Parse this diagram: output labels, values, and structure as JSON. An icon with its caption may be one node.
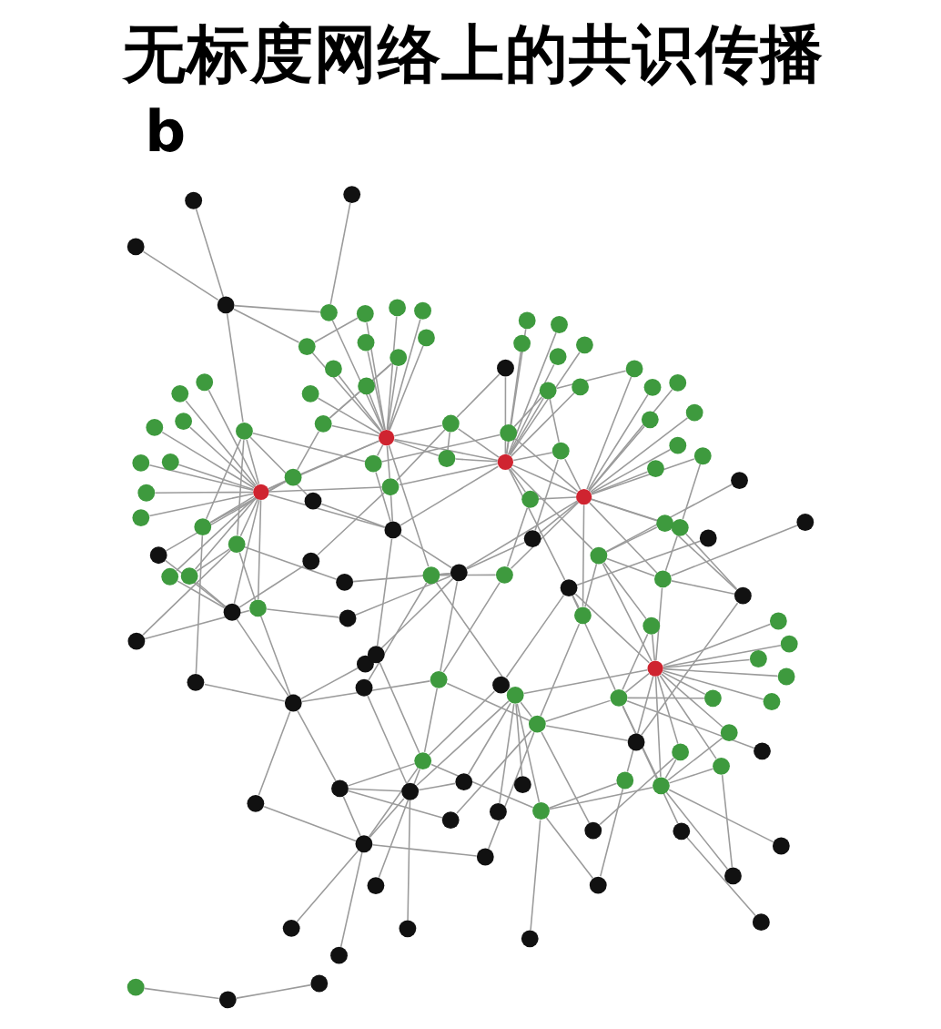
{
  "diagram": {
    "title": "无标度网络上的共识传播",
    "nodes": [
      {
        "text": [],
        "shape": "circle"
      },
      {
        "text": [],
        "shape": "circle"
      },
      {
        "text": [],
        "shape": "circle"
      },
      {
        "text": [],
        "shape": "circle"
      },
      {
        "text": [],
        "shape": "circle"
      },
      {
        "text": [],
        "shape": "circle"
      },
      {
        "text": [],
        "shape": "circle"
      },
      {
        "text": [],
        "shape": "circle"
      },
      {
        "text": [],
        "shape": "circle"
      },
      {
        "text": [],
        "shape": "circle"
      },
      {
        "text": [],
        "shape": "circle"
      },
      {
        "text": [],
        "shape": "circle"
      },
      {
        "text": [],
        "shape": "circle"
      },
      {
        "text": [],
        "shape": "circle"
      },
      {
        "text": [],
        "shape": "circle"
      },
      {
        "text": [],
        "shape": "circle"
      },
      {
        "text": [],
        "shape": "circle"
      },
      {
        "text": [],
        "shape": "circle"
      },
      {
        "text": [],
        "shape": "circle"
      },
      {
        "text": [],
        "shape": "circle"
      },
      {
        "text": [],
        "shape": "circle"
      },
      {
        "text": [],
        "shape": "circle"
      },
      {
        "text": [],
        "shape": "circle"
      },
      {
        "text": [],
        "shape": "circle"
      },
      {
        "text": [],
        "shape": "circle"
      },
      {
        "text": [],
        "shape": "circle"
      },
      {
        "text": [],
        "shape": "circle"
      },
      {
        "text": [],
        "shape": "circle"
      },
      {
        "text": [],
        "shape": "circle"
      },
      {
        "text": [],
        "shape": "circle"
      },
      {
        "text": [],
        "shape": "circle"
      },
      {
        "text": [],
        "shape": "circle"
      },
      {
        "text": [],
        "shape": "circle"
      },
      {
        "text": [],
        "shape": "circle"
      },
      {
        "text": [],
        "shape": "circle"
      },
      {
        "text": [],
        "shape": "circle"
      },
      {
        "text": [],
        "shape": "circle"
      },
      {
        "text": [],
        "shape": "circle"
      },
      {
        "text": [],
        "shape": "circle"
      },
      {
        "text": [],
        "shape": "circle"
      },
      {
        "text": [],
        "shape": "circle"
      },
      {
        "text": [],
        "shape": "circle"
      },
      {
        "text": [],
        "shape": "circle"
      },
      {
        "text": [],
        "shape": "circle"
      },
      {
        "text": [],
        "shape": "circle"
      },
      {
        "text": [],
        "shape": "circle"
      },
      {
        "text": [],
        "shape": "circle"
      },
      {
        "text": [],
        "shape": "circle"
      },
      {
        "text": [],
        "shape": "circle"
      },
      {
        "text": [],
        "shape": "circle"
      },
      {
        "text": [],
        "shape": "circle"
      },
      {
        "text": [],
        "shape": "circle"
      },
      {
        "text": [],
        "shape": "circle"
      },
      {
        "text": [],
        "shape": "circle"
      },
      {
        "text": [],
        "shape": "circle"
      },
      {
        "text": [],
        "shape": "circle"
      },
      {
        "text": [],
        "shape": "circle"
      },
      {
        "text": [],
        "shape": "circle"
      },
      {
        "text": [],
        "shape": "circle"
      },
      {
        "text": [],
        "shape": "circle"
      },
      {
        "text": [],
        "shape": "circle"
      },
      {
        "text": [],
        "shape": "circle"
      },
      {
        "text": [],
        "shape": "circle"
      },
      {
        "text": [],
        "shape": "circle"
      },
      {
        "text": [],
        "shape": "circle"
      },
      {
        "text": [],
        "shape": "circle"
      },
      {
        "text": [],
        "shape": "circle"
      },
      {
        "text": [],
        "shape": "circle"
      },
      {
        "text": [],
        "shape": "circle"
      },
      {
        "text": [],
        "shape": "circle"
      },
      {
        "text": [],
        "shape": "circle"
      },
      {
        "text": [],
        "shape": "circle"
      },
      {
        "text": [],
        "shape": "circle"
      },
      {
        "text": [],
        "shape": "circle"
      },
      {
        "text": [],
        "shape": "circle"
      },
      {
        "text": [],
        "shape": "circle"
      },
      {
        "text": [],
        "shape": "circle"
      },
      {
        "text": [],
        "shape": "circle"
      },
      {
        "text": [],
        "shape": "circle"
      },
      {
        "text": [],
        "shape": "circle"
      },
      {
        "text": [],
        "shape": "circle"
      },
      {
        "text": [],
        "shape": "circle"
      },
      {
        "text": [],
        "shape": "circle"
      },
      {
        "text": [],
        "shape": "circle"
      },
      {
        "text": [],
        "shape": "circle"
      },
      {
        "text": [],
        "shape": "circle"
      },
      {
        "text": [],
        "shape": "circle"
      },
      {
        "text": [],
        "shape": "circle"
      },
      {
        "text": [],
        "shape": "circle"
      },
      {
        "text": [],
        "shape": "circle"
      },
      {
        "text": [],
        "shape": "circle"
      },
      {
        "text": [],
        "shape": "circle"
      },
      {
        "text": [],
        "shape": "circle"
      },
      {
        "text": [],
        "shape": "circle"
      },
      {
        "text": [],
        "shape": "circle"
      },
      {
        "text": [],
        "shape": "circle"
      },
      {
        "text": [],
        "shape": "circle"
      },
      {
        "text": [],
        "shape": "circle"
      },
      {
        "text": [],
        "shape": "circle"
      },
      {
        "text": [],
        "shape": "circle"
      },
      {
        "text": [],
        "shape": "circle"
      },
      {
        "text": [],
        "shape": "circle"
      },
      {
        "text": [],
        "shape": "circle"
      },
      {
        "text": [],
        "shape": "circle"
      },
      {
        "text": [],
        "shape": "circle"
      },
      {
        "text": [],
        "shape": "circle"
      },
      {
        "text": [],
        "shape": "circle"
      },
      {
        "text": [],
        "shape": "circle"
      },
      {
        "text": [],
        "shape": "circle"
      },
      {
        "text": [],
        "shape": "circle"
      },
      {
        "text": [],
        "shape": "circle"
      },
      {
        "text": [],
        "shape": "circle"
      },
      {
        "text": [],
        "shape": "circle"
      },
      {
        "text": [],
        "shape": "circle"
      },
      {
        "text": [],
        "shape": "circle"
      },
      {
        "text": [],
        "shape": "circle"
      },
      {
        "text": [],
        "shape": "circle"
      },
      {
        "text": [],
        "shape": "circle"
      },
      {
        "text": [],
        "shape": "circle"
      },
      {
        "text": [],
        "shape": "circle"
      },
      {
        "text": [],
        "shape": "circle"
      },
      {
        "text": [],
        "shape": "circle"
      },
      {
        "text": [],
        "shape": "circle"
      },
      {
        "text": [],
        "shape": "circle"
      },
      {
        "text": [],
        "shape": "circle"
      },
      {
        "text": [],
        "shape": "circle"
      },
      {
        "text": [],
        "shape": "circle"
      },
      {
        "text": [],
        "shape": "circle"
      },
      {
        "text": [],
        "shape": "circle"
      },
      {
        "text": [],
        "shape": "circle"
      }
    ],
    "edges": [
      {
        "from": 27,
        "to": 2,
        "arrow": "none"
      },
      {
        "from": 27,
        "to": 3,
        "arrow": "none"
      },
      {
        "from": 27,
        "to": 6,
        "arrow": "none"
      },
      {
        "from": 27,
        "to": 9,
        "arrow": "none"
      },
      {
        "from": 27,
        "to": 11,
        "arrow": "none"
      },
      {
        "from": 27,
        "to": 13,
        "arrow": "none"
      },
      {
        "from": 27,
        "to": 36,
        "arrow": "none"
      },
      {
        "from": 27,
        "to": 39,
        "arrow": "none"
      },
      {
        "from": 27,
        "to": 35,
        "arrow": "none"
      },
      {
        "from": 27,
        "to": 30,
        "arrow": "none"
      },
      {
        "from": 27,
        "to": 53,
        "arrow": "none"
      },
      {
        "from": 27,
        "to": 58,
        "arrow": "none"
      },
      {
        "from": 27,
        "to": 61,
        "arrow": "none"
      },
      {
        "from": 27,
        "to": 34,
        "arrow": "none"
      },
      {
        "from": 27,
        "to": 48,
        "arrow": "none"
      },
      {
        "from": 27,
        "to": 45,
        "arrow": "none"
      },
      {
        "from": 27,
        "to": 62,
        "arrow": "none"
      },
      {
        "from": 23,
        "to": 0,
        "arrow": "none"
      },
      {
        "from": 23,
        "to": 1,
        "arrow": "none"
      },
      {
        "from": 23,
        "to": 4,
        "arrow": "none"
      },
      {
        "from": 23,
        "to": 5,
        "arrow": "none"
      },
      {
        "from": 23,
        "to": 7,
        "arrow": "none"
      },
      {
        "from": 23,
        "to": 10,
        "arrow": "none"
      },
      {
        "from": 23,
        "to": 16,
        "arrow": "none"
      },
      {
        "from": 23,
        "to": 17,
        "arrow": "none"
      },
      {
        "from": 23,
        "to": 25,
        "arrow": "none"
      },
      {
        "from": 23,
        "to": 32,
        "arrow": "none"
      },
      {
        "from": 23,
        "to": 34,
        "arrow": "none"
      },
      {
        "from": 23,
        "to": 41,
        "arrow": "none"
      },
      {
        "from": 23,
        "to": 50,
        "arrow": "none"
      },
      {
        "from": 23,
        "to": 52,
        "arrow": "none"
      },
      {
        "from": 23,
        "to": 36,
        "arrow": "none"
      },
      {
        "from": 23,
        "to": 42,
        "arrow": "none"
      },
      {
        "from": 23,
        "to": 44,
        "arrow": "none"
      },
      {
        "from": 23,
        "to": 66,
        "arrow": "none"
      },
      {
        "from": 45,
        "to": 20,
        "arrow": "none"
      },
      {
        "from": 45,
        "to": 21,
        "arrow": "none"
      },
      {
        "from": 45,
        "to": 22,
        "arrow": "none"
      },
      {
        "from": 45,
        "to": 26,
        "arrow": "none"
      },
      {
        "from": 45,
        "to": 28,
        "arrow": "none"
      },
      {
        "from": 45,
        "to": 31,
        "arrow": "none"
      },
      {
        "from": 45,
        "to": 40,
        "arrow": "none"
      },
      {
        "from": 45,
        "to": 46,
        "arrow": "none"
      },
      {
        "from": 45,
        "to": 55,
        "arrow": "none"
      },
      {
        "from": 45,
        "to": 57,
        "arrow": "none"
      },
      {
        "from": 45,
        "to": 60,
        "arrow": "none"
      },
      {
        "from": 45,
        "to": 68,
        "arrow": "none"
      },
      {
        "from": 45,
        "to": 53,
        "arrow": "none"
      },
      {
        "from": 45,
        "to": 58,
        "arrow": "none"
      },
      {
        "from": 45,
        "to": 67,
        "arrow": "none"
      },
      {
        "from": 45,
        "to": 35,
        "arrow": "none"
      },
      {
        "from": 45,
        "to": 54,
        "arrow": "none"
      },
      {
        "from": 45,
        "to": 63,
        "arrow": "none"
      },
      {
        "from": 59,
        "to": 33,
        "arrow": "none"
      },
      {
        "from": 59,
        "to": 37,
        "arrow": "none"
      },
      {
        "from": 59,
        "to": 43,
        "arrow": "none"
      },
      {
        "from": 59,
        "to": 49,
        "arrow": "none"
      },
      {
        "from": 59,
        "to": 56,
        "arrow": "none"
      },
      {
        "from": 59,
        "to": 65,
        "arrow": "none"
      },
      {
        "from": 59,
        "to": 74,
        "arrow": "none"
      },
      {
        "from": 59,
        "to": 47,
        "arrow": "none"
      },
      {
        "from": 59,
        "to": 70,
        "arrow": "none"
      },
      {
        "from": 59,
        "to": 71,
        "arrow": "none"
      },
      {
        "from": 59,
        "to": 78,
        "arrow": "none"
      },
      {
        "from": 59,
        "to": 48,
        "arrow": "none"
      },
      {
        "from": 59,
        "to": 64,
        "arrow": "none"
      },
      {
        "from": 59,
        "to": 42,
        "arrow": "none"
      },
      {
        "from": 59,
        "to": 62,
        "arrow": "none"
      },
      {
        "from": 59,
        "to": 79,
        "arrow": "none"
      },
      {
        "from": 59,
        "to": 82,
        "arrow": "none"
      },
      {
        "from": 89,
        "to": 81,
        "arrow": "none"
      },
      {
        "from": 89,
        "to": 87,
        "arrow": "none"
      },
      {
        "from": 89,
        "to": 91,
        "arrow": "none"
      },
      {
        "from": 89,
        "to": 99,
        "arrow": "none"
      },
      {
        "from": 89,
        "to": 103,
        "arrow": "none"
      },
      {
        "from": 89,
        "to": 107,
        "arrow": "none"
      },
      {
        "from": 89,
        "to": 109,
        "arrow": "none"
      },
      {
        "from": 89,
        "to": 111,
        "arrow": "none"
      },
      {
        "from": 89,
        "to": 93,
        "arrow": "none"
      },
      {
        "from": 89,
        "to": 83,
        "arrow": "none"
      },
      {
        "from": 89,
        "to": 95,
        "arrow": "none"
      },
      {
        "from": 89,
        "to": 105,
        "arrow": "none"
      },
      {
        "from": 89,
        "to": 69,
        "arrow": "none"
      },
      {
        "from": 89,
        "to": 67,
        "arrow": "none"
      },
      {
        "from": 89,
        "to": 73,
        "arrow": "none"
      },
      {
        "from": 89,
        "to": 84,
        "arrow": "none"
      },
      {
        "from": 89,
        "to": 58,
        "arrow": "none"
      },
      {
        "from": 89,
        "to": 61,
        "arrow": "none"
      },
      {
        "from": 12,
        "to": 48,
        "arrow": "none"
      },
      {
        "from": 14,
        "to": 42,
        "arrow": "none"
      },
      {
        "from": 18,
        "to": 64,
        "arrow": "none"
      },
      {
        "from": 24,
        "to": 62,
        "arrow": "none"
      },
      {
        "from": 29,
        "to": 77,
        "arrow": "none"
      },
      {
        "from": 29,
        "to": 38,
        "arrow": "none"
      },
      {
        "from": 8,
        "to": 19,
        "arrow": "none"
      },
      {
        "from": 15,
        "to": 19,
        "arrow": "none"
      },
      {
        "from": 51,
        "to": 55,
        "arrow": "none"
      },
      {
        "from": 72,
        "to": 76,
        "arrow": "none"
      },
      {
        "from": 72,
        "to": 80,
        "arrow": "none"
      },
      {
        "from": 72,
        "to": 55,
        "arrow": "none"
      },
      {
        "from": 72,
        "to": 68,
        "arrow": "none"
      },
      {
        "from": 72,
        "to": 73,
        "arrow": "none"
      },
      {
        "from": 30,
        "to": 41,
        "arrow": "none"
      },
      {
        "from": 32,
        "to": 42,
        "arrow": "none"
      },
      {
        "from": 34,
        "to": 52,
        "arrow": "none"
      },
      {
        "from": 36,
        "to": 44,
        "arrow": "none"
      },
      {
        "from": 38,
        "to": 42,
        "arrow": "none"
      },
      {
        "from": 38,
        "to": 32,
        "arrow": "none"
      },
      {
        "from": 39,
        "to": 53,
        "arrow": "none"
      },
      {
        "from": 41,
        "to": 54,
        "arrow": "none"
      },
      {
        "from": 42,
        "to": 48,
        "arrow": "none"
      },
      {
        "from": 44,
        "to": 66,
        "arrow": "none"
      },
      {
        "from": 50,
        "to": 62,
        "arrow": "none"
      },
      {
        "from": 50,
        "to": 77,
        "arrow": "none"
      },
      {
        "from": 52,
        "to": 63,
        "arrow": "none"
      },
      {
        "from": 52,
        "to": 75,
        "arrow": "none"
      },
      {
        "from": 53,
        "to": 58,
        "arrow": "none"
      },
      {
        "from": 54,
        "to": 61,
        "arrow": "none"
      },
      {
        "from": 54,
        "to": 73,
        "arrow": "none"
      },
      {
        "from": 57,
        "to": 67,
        "arrow": "none"
      },
      {
        "from": 60,
        "to": 68,
        "arrow": "none"
      },
      {
        "from": 63,
        "to": 66,
        "arrow": "none"
      },
      {
        "from": 63,
        "to": 82,
        "arrow": "none"
      },
      {
        "from": 64,
        "to": 77,
        "arrow": "none"
      },
      {
        "from": 64,
        "to": 79,
        "arrow": "none"
      },
      {
        "from": 66,
        "to": 75,
        "arrow": "none"
      },
      {
        "from": 67,
        "to": 69,
        "arrow": "none"
      },
      {
        "from": 69,
        "to": 73,
        "arrow": "none"
      },
      {
        "from": 73,
        "to": 84,
        "arrow": "none"
      },
      {
        "from": 75,
        "to": 77,
        "arrow": "none"
      },
      {
        "from": 75,
        "to": 88,
        "arrow": "none"
      },
      {
        "from": 77,
        "to": 82,
        "arrow": "none"
      },
      {
        "from": 79,
        "to": 86,
        "arrow": "none"
      },
      {
        "from": 82,
        "to": 86,
        "arrow": "none"
      },
      {
        "from": 83,
        "to": 84,
        "arrow": "none"
      },
      {
        "from": 84,
        "to": 95,
        "arrow": "none"
      },
      {
        "from": 86,
        "to": 88,
        "arrow": "none"
      },
      {
        "from": 88,
        "to": 92,
        "arrow": "none"
      },
      {
        "from": 46,
        "to": 57,
        "arrow": "none"
      },
      {
        "from": 40,
        "to": 57,
        "arrow": "none"
      },
      {
        "from": 58,
        "to": 61,
        "arrow": "none"
      },
      {
        "from": 61,
        "to": 66,
        "arrow": "none"
      },
      {
        "from": 62,
        "to": 64,
        "arrow": "none"
      },
      {
        "from": 47,
        "to": 48,
        "arrow": "none"
      },
      {
        "from": 48,
        "to": 50,
        "arrow": "none"
      },
      {
        "from": 70,
        "to": 79,
        "arrow": "none"
      },
      {
        "from": 71,
        "to": 79,
        "arrow": "none"
      },
      {
        "from": 78,
        "to": 86,
        "arrow": "none"
      },
      {
        "from": 65,
        "to": 79,
        "arrow": "none"
      },
      {
        "from": 56,
        "to": 64,
        "arrow": "none"
      },
      {
        "from": 92,
        "to": 98,
        "arrow": "none"
      },
      {
        "from": 93,
        "to": 97,
        "arrow": "none"
      },
      {
        "from": 93,
        "to": 105,
        "arrow": "none"
      },
      {
        "from": 95,
        "to": 97,
        "arrow": "none"
      },
      {
        "from": 97,
        "to": 100,
        "arrow": "none"
      },
      {
        "from": 98,
        "to": 100,
        "arrow": "none"
      },
      {
        "from": 92,
        "to": 100,
        "arrow": "none"
      },
      {
        "from": 93,
        "to": 83,
        "arrow": "none"
      },
      {
        "from": 97,
        "to": 75,
        "arrow": "none"
      },
      {
        "from": 98,
        "to": 82,
        "arrow": "none"
      },
      {
        "from": 100,
        "to": 88,
        "arrow": "none"
      },
      {
        "from": 85,
        "to": 79,
        "arrow": "none"
      },
      {
        "from": 90,
        "to": 86,
        "arrow": "none"
      },
      {
        "from": 94,
        "to": 64,
        "arrow": "none"
      },
      {
        "from": 94,
        "to": 106,
        "arrow": "none"
      },
      {
        "from": 96,
        "to": 82,
        "arrow": "none"
      },
      {
        "from": 101,
        "to": 77,
        "arrow": "none"
      },
      {
        "from": 102,
        "to": 98,
        "arrow": "none"
      },
      {
        "from": 104,
        "to": 92,
        "arrow": "none"
      },
      {
        "from": 108,
        "to": 79,
        "arrow": "none"
      },
      {
        "from": 115,
        "to": 86,
        "arrow": "none"
      },
      {
        "from": 116,
        "to": 92,
        "arrow": "none"
      },
      {
        "from": 117,
        "to": 82,
        "arrow": "none"
      },
      {
        "from": 119,
        "to": 88,
        "arrow": "none"
      },
      {
        "from": 85,
        "to": 71,
        "arrow": "none"
      },
      {
        "from": 90,
        "to": 78,
        "arrow": "none"
      },
      {
        "from": 101,
        "to": 70,
        "arrow": "none"
      },
      {
        "from": 110,
        "to": 93,
        "arrow": "none"
      },
      {
        "from": 110,
        "to": 58,
        "arrow": "none"
      },
      {
        "from": 112,
        "to": 97,
        "arrow": "none"
      },
      {
        "from": 113,
        "to": 84,
        "arrow": "none"
      },
      {
        "from": 114,
        "to": 98,
        "arrow": "none"
      },
      {
        "from": 118,
        "to": 93,
        "arrow": "none"
      },
      {
        "from": 118,
        "to": 67,
        "arrow": "none"
      },
      {
        "from": 120,
        "to": 63,
        "arrow": "none"
      },
      {
        "from": 121,
        "to": 97,
        "arrow": "none"
      },
      {
        "from": 122,
        "to": 61,
        "arrow": "none"
      },
      {
        "from": 123,
        "to": 77,
        "arrow": "none"
      },
      {
        "from": 124,
        "to": 97,
        "arrow": "none"
      },
      {
        "from": 125,
        "to": 84,
        "arrow": "none"
      },
      {
        "from": 126,
        "to": 88,
        "arrow": "none"
      },
      {
        "from": 127,
        "to": 100,
        "arrow": "none"
      },
      {
        "from": 128,
        "to": 95,
        "arrow": "none"
      },
      {
        "from": 129,
        "to": 62,
        "arrow": "none"
      },
      {
        "from": 112,
        "to": 92,
        "arrow": "none"
      },
      {
        "from": 113,
        "to": 66,
        "arrow": "none"
      },
      {
        "from": 114,
        "to": 82,
        "arrow": "none"
      },
      {
        "from": 120,
        "to": 98,
        "arrow": "none"
      },
      {
        "from": 123,
        "to": 92,
        "arrow": "none"
      },
      {
        "from": 124,
        "to": 66,
        "arrow": "none"
      },
      {
        "from": 126,
        "to": 61,
        "arrow": "none"
      },
      {
        "from": 127,
        "to": 77,
        "arrow": "none"
      },
      {
        "from": 129,
        "to": 88,
        "arrow": "none"
      },
      {
        "from": 121,
        "to": 69,
        "arrow": "none"
      },
      {
        "from": 122,
        "to": 73,
        "arrow": "none"
      },
      {
        "from": 125,
        "to": 95,
        "arrow": "none"
      },
      {
        "from": 128,
        "to": 66,
        "arrow": "none"
      },
      {
        "from": 27,
        "to": 23,
        "arrow": "none"
      },
      {
        "from": 45,
        "to": 89,
        "arrow": "none"
      },
      {
        "from": 30,
        "to": 36,
        "arrow": "none"
      },
      {
        "from": 35,
        "to": 53,
        "arrow": "none"
      },
      {
        "from": 40,
        "to": 46,
        "arrow": "none"
      },
      {
        "from": 16,
        "to": 30,
        "arrow": "none"
      },
      {
        "from": 17,
        "to": 32,
        "arrow": "none"
      },
      {
        "from": 25,
        "to": 48,
        "arrow": "none"
      },
      {
        "from": 25,
        "to": 38,
        "arrow": "none"
      },
      {
        "from": 47,
        "to": 64,
        "arrow": "none"
      }
    ],
    "labels": [
      "b"
    ]
  }
}
